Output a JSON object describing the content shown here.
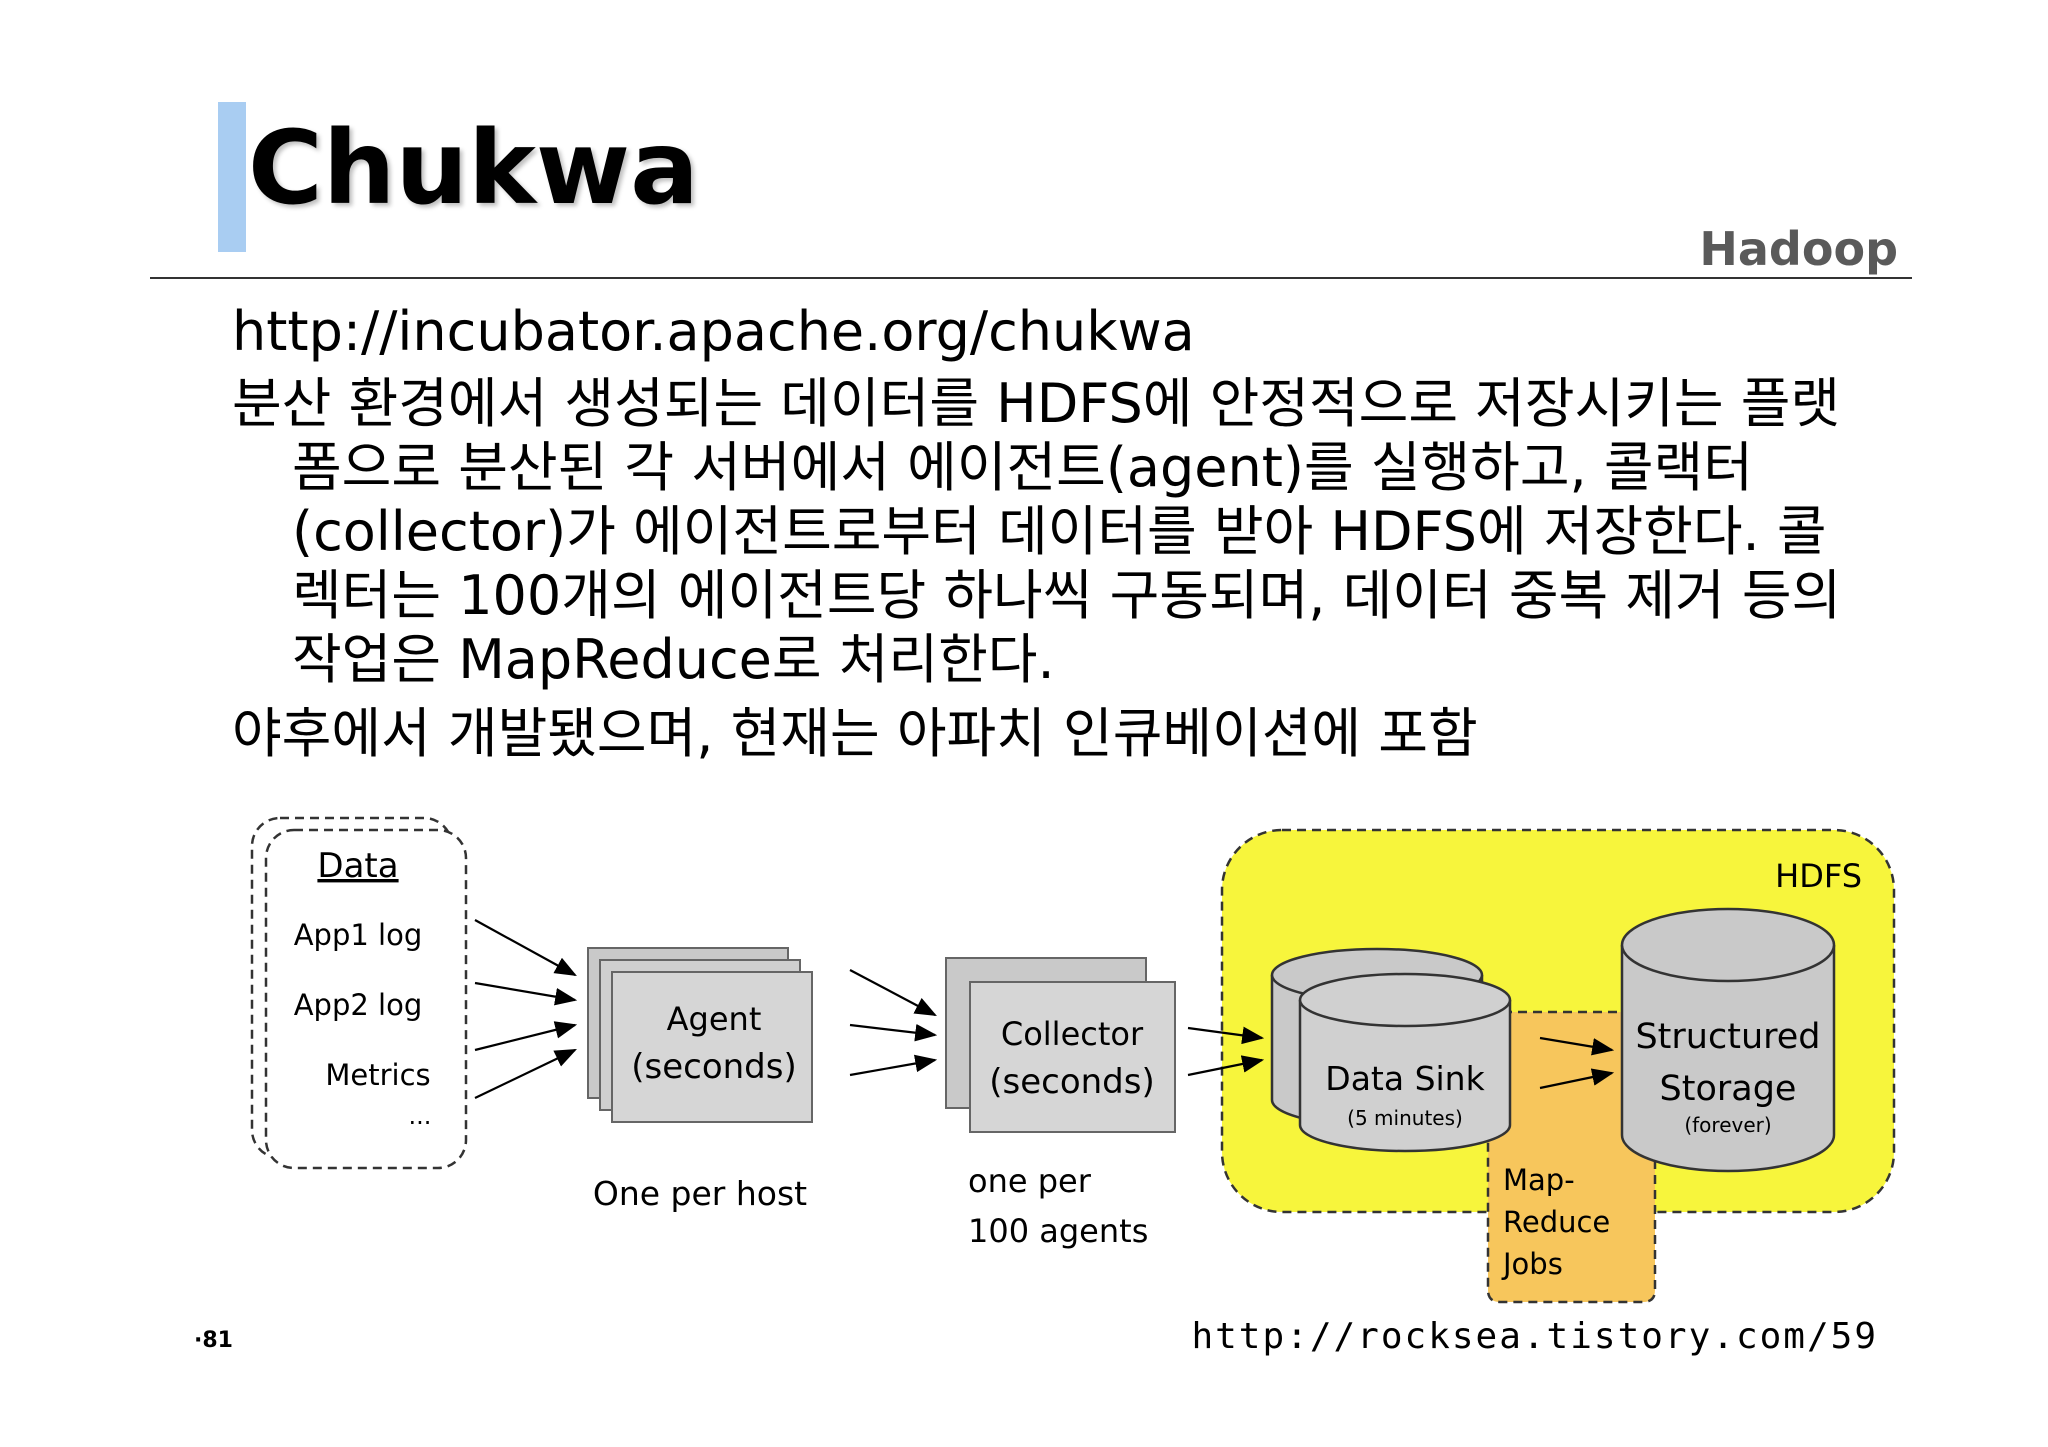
{
  "slide": {
    "title": "Chukwa",
    "category": "Hadoop",
    "url": "http://incubator.apache.org/chukwa",
    "para1": "분산 환경에서 생성되는 데이터를 HDFS에 안정적으로 저장시키는 플랫폼으로 분산된 각 서버에서 에이전트(agent)를 실행하고, 콜랙터(collector)가 에이전트로부터 데이터를 받아 HDFS에 저장한다. 콜렉터는 100개의 에이전트당 하나씩 구동되며, 데이터 중복 제거 등의 작업은 MapReduce로 처리한다.",
    "para2": "야후에서 개발됐으며, 현재는 아파치 인큐베이션에 포함",
    "page_number": "·81",
    "source_url": "http://rocksea.tistory.com/59"
  },
  "diagram": {
    "data_box": {
      "title": "Data",
      "items": [
        "App1 log",
        "App2 log",
        "Metrics",
        "..."
      ]
    },
    "agent": {
      "line1": "Agent",
      "line2": "(seconds)",
      "caption": "One per host"
    },
    "collector": {
      "line1": "Collector",
      "line2": "(seconds)",
      "caption1": "one  per",
      "caption2": "100 agents"
    },
    "hdfs": {
      "label": "HDFS"
    },
    "data_sink": {
      "line1": "Data Sink",
      "line2": "(5 minutes)"
    },
    "structured_storage": {
      "line1": "Structured",
      "line2": "Storage",
      "line3": "(forever)"
    },
    "mapreduce": {
      "line1": "Map-",
      "line2": "Reduce",
      "line3": "Jobs"
    },
    "colors": {
      "hdfs_fill": "#f7f53c",
      "mapreduce_fill": "#f7c65c",
      "box_fill": "#d6d6d6",
      "accent": "#a9cdf2"
    }
  }
}
